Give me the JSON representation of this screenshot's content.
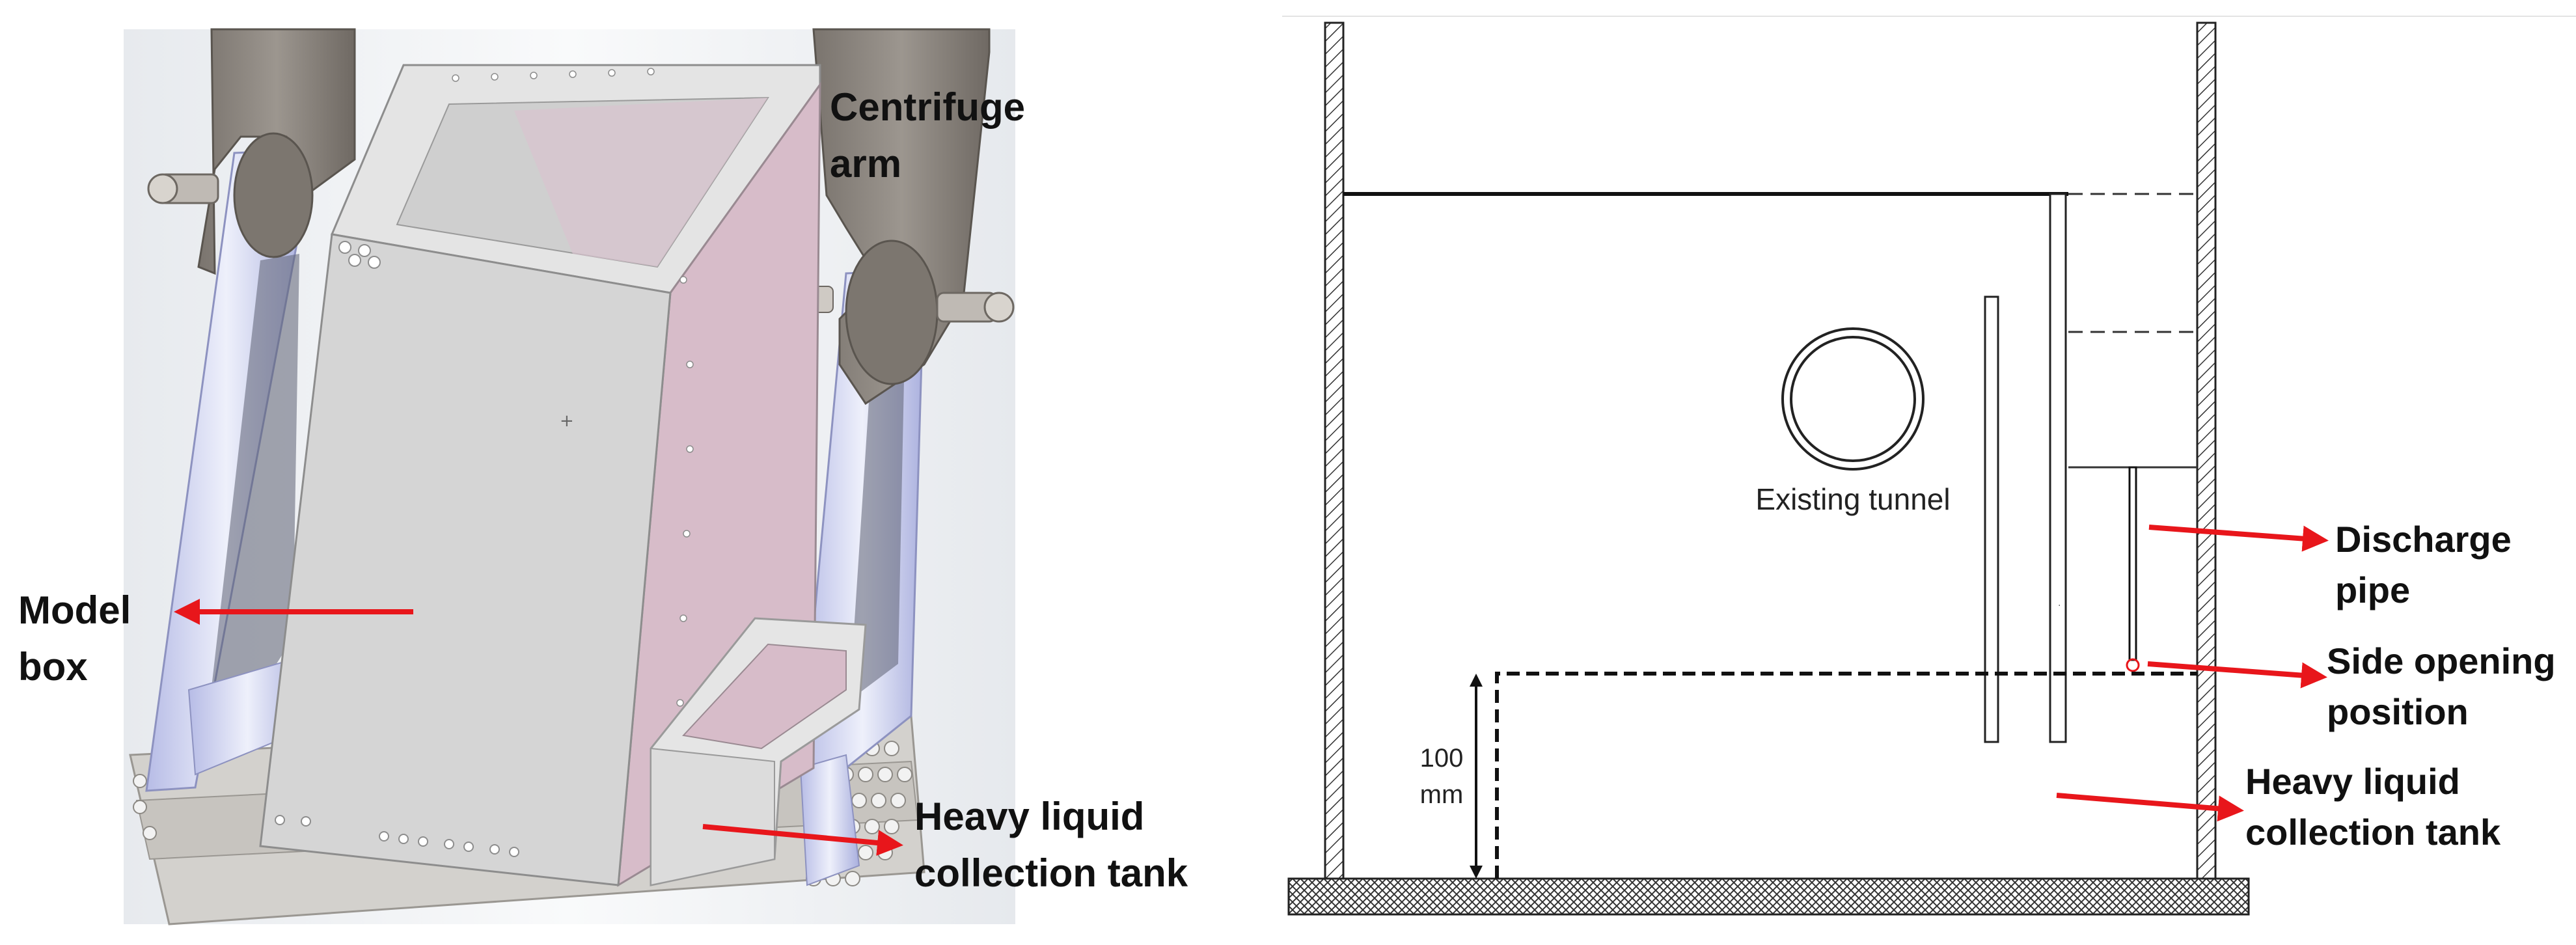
{
  "left_figure": {
    "labels": {
      "centrifuge_arm_line1": "Centrifuge",
      "centrifuge_arm_line2": "arm",
      "model_box_line1": "Model",
      "model_box_line2": "box",
      "tank_line1": "Heavy liquid",
      "tank_line2": "collection tank"
    }
  },
  "right_figure": {
    "labels": {
      "existing_tunnel": "Existing tunnel",
      "discharge_pipe_line1": "Discharge",
      "discharge_pipe_line2": "pipe",
      "side_opening_line1": "Side opening",
      "side_opening_line2": "position",
      "tank_line1": "Heavy liquid",
      "tank_line2": "collection tank",
      "dimension_value": "100",
      "dimension_unit": "mm"
    }
  },
  "colors": {
    "arrow": "#e8161b",
    "rendered_metal": "#d5d5d5",
    "model_box_side": "#d7bcc9",
    "arm": "#8b857e",
    "frame_blue": "#c9ccec"
  },
  "icons": [
    "arrow-icon",
    "hatched-wall-icon",
    "circle-tunnel-icon"
  ]
}
